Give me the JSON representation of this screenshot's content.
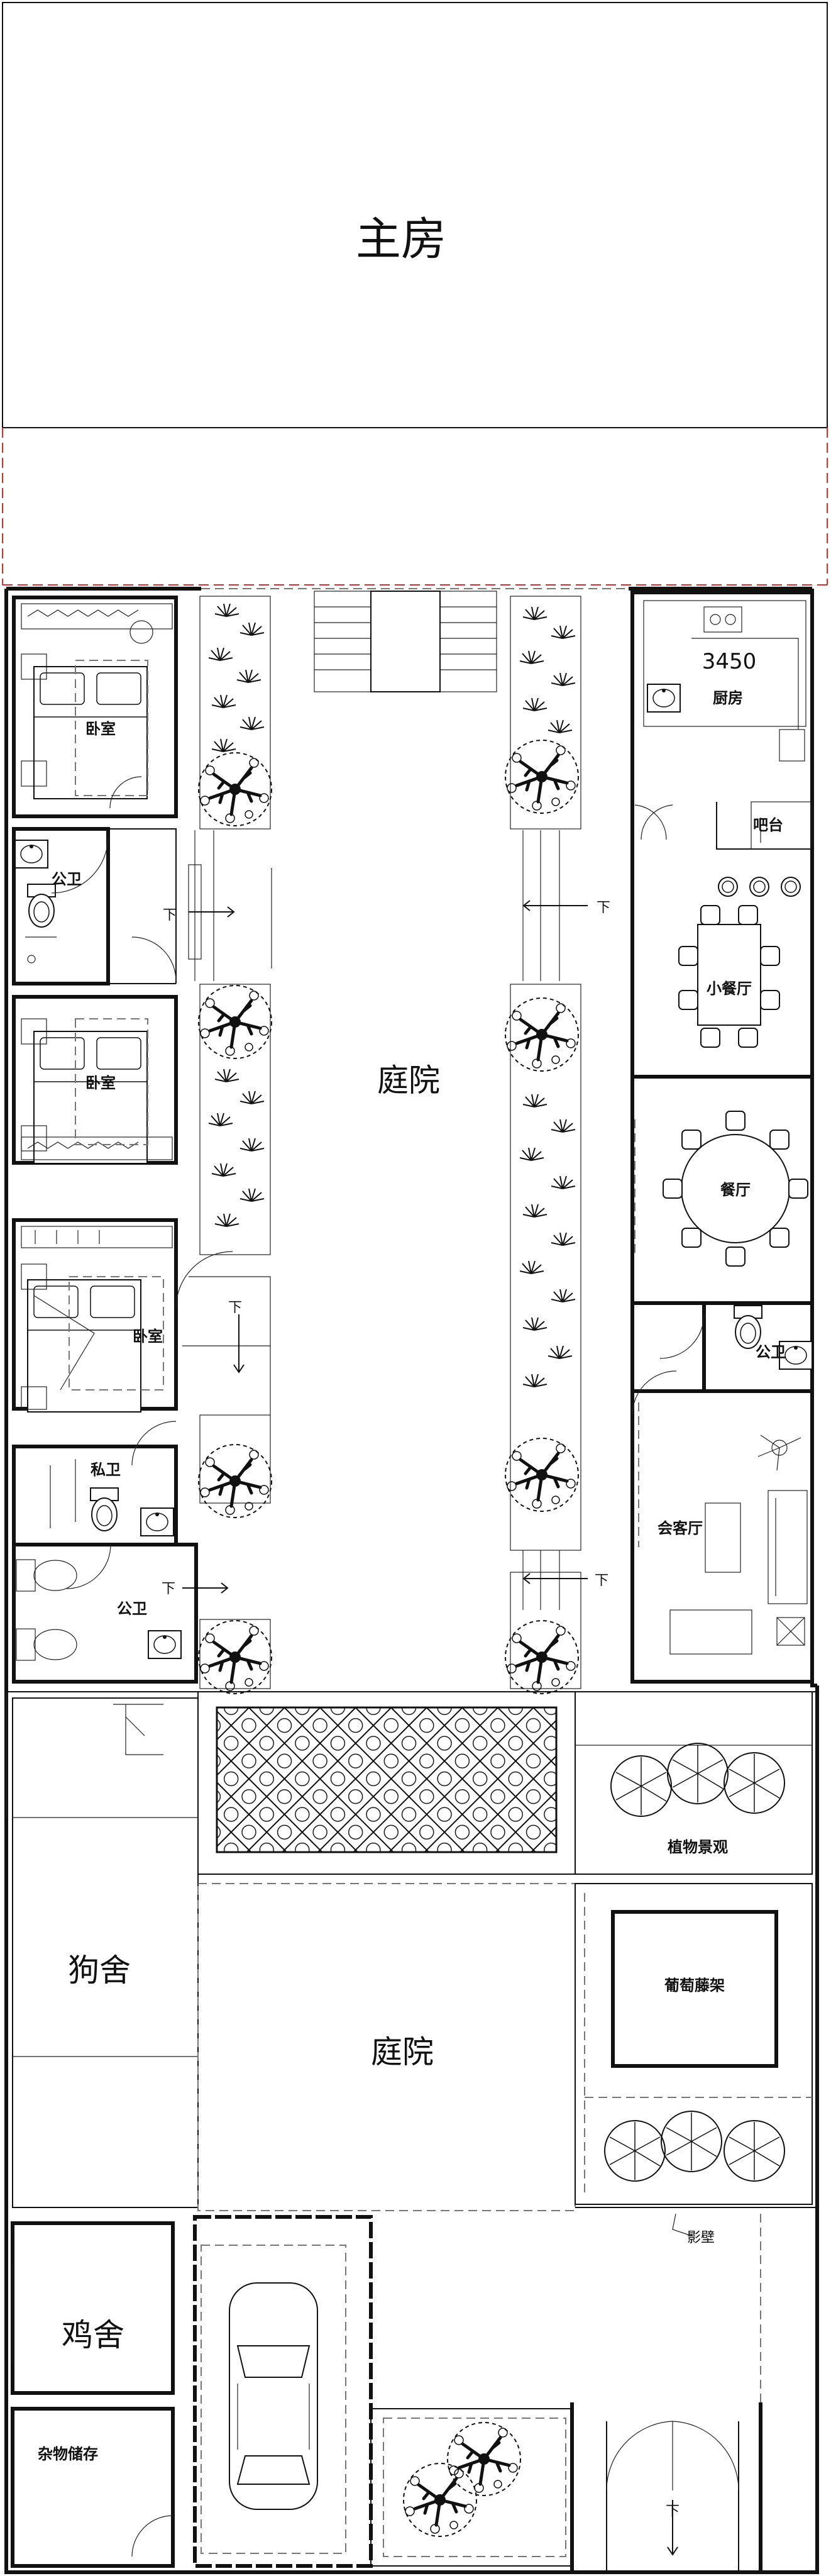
{
  "labels": {
    "main_house": "主房",
    "courtyard_upper": "庭院",
    "courtyard_lower": "庭院",
    "bedroom_1": "卧室",
    "bedroom_2": "卧室",
    "bedroom_3": "卧室",
    "bathroom_1": "公卫",
    "bathroom_2": "公卫",
    "bathroom_3": "公卫",
    "private_bath": "私卫",
    "kitchen": "厨房",
    "bar": "吧台",
    "small_dining": "小餐厅",
    "dining": "餐厅",
    "living_room": "会客厅",
    "plant_landscape": "植物景观",
    "grape_trellis": "葡萄藤架",
    "dog_house": "狗舍",
    "chicken_coop": "鸡舍",
    "storage": "杂物储存",
    "screen_wall": "影壁",
    "dimension": "3450",
    "down_1": "下",
    "down_2": "下",
    "down_3": "下",
    "down_4": "下",
    "down_5": "下",
    "down_6": "下"
  },
  "colors": {
    "line": "#111111",
    "dashed_line": "#777777",
    "red_dashed": "#d03030",
    "background": "#ffffff"
  }
}
